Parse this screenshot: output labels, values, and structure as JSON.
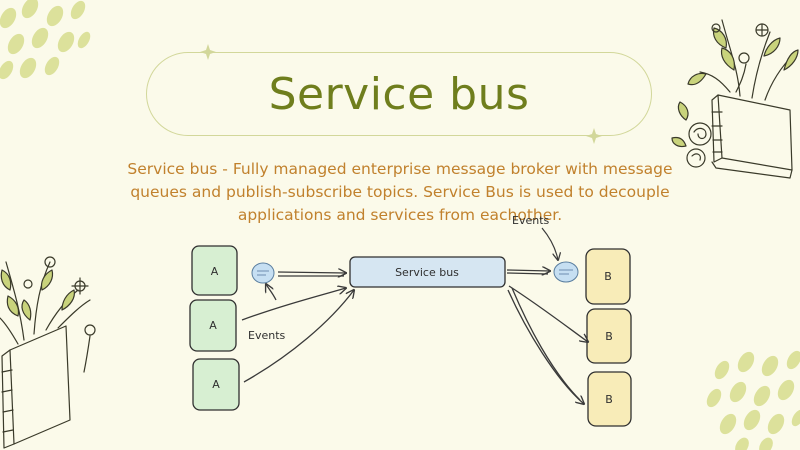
{
  "slide": {
    "title": "Service bus",
    "description": "Service bus - Fully managed enterprise message broker with message queues and publish-subscribe topics. Service Bus is used to decouple applications and services from eachother."
  },
  "diagram": {
    "publishers": [
      {
        "label": "A"
      },
      {
        "label": "A"
      },
      {
        "label": "A"
      }
    ],
    "bus_label": "Service bus",
    "subscribers": [
      {
        "label": "B"
      },
      {
        "label": "B"
      },
      {
        "label": "B"
      }
    ],
    "events_label_left": "Events",
    "events_label_right": "Events"
  },
  "colors": {
    "background": "#fbfaea",
    "title": "#6f7e1d",
    "description": "#c1812d",
    "publisher_fill": "#d7efd2",
    "bus_fill": "#d6e6f2",
    "subscriber_fill": "#f8ecb8",
    "leaf": "#c9d37c"
  }
}
